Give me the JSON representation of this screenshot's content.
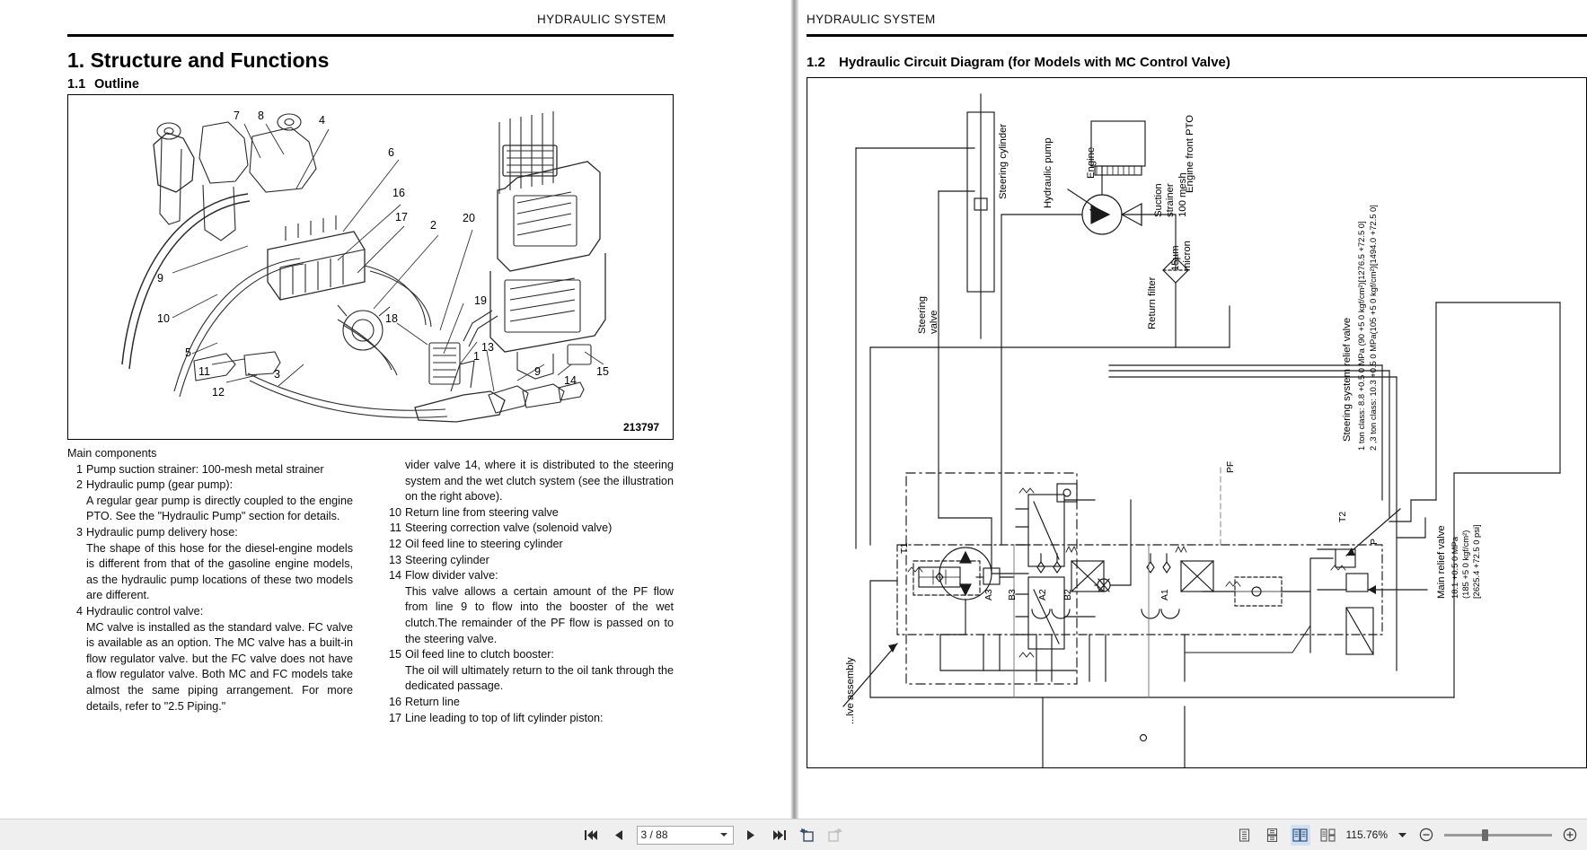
{
  "viewer": {
    "zoom_level": "115.76%",
    "page_indicator": "3 / 88",
    "toolbar": {
      "first_page_label": "first-page",
      "prev_page_label": "previous-page",
      "next_page_label": "next-page",
      "last_page_label": "last-page",
      "rotate_ccw_label": "rotate-counter-clockwise",
      "rotate_cw_label": "rotate-clockwise",
      "view_single_label": "single-page-view",
      "view_continuous_label": "continuous-scroll-view",
      "view_two_page_label": "two-page-view",
      "view_book_label": "book-view",
      "zoom_out_label": "zoom-out",
      "zoom_in_label": "zoom-in"
    }
  },
  "left_page": {
    "running_head": "HYDRAULIC SYSTEM",
    "section_title": "1.  Structure and Functions",
    "subsection": {
      "number": "1.1",
      "title": "Outline"
    },
    "figure": {
      "code": "213797",
      "callouts": [
        "7",
        "8",
        "4",
        "6",
        "16",
        "17",
        "2",
        "20",
        "9",
        "19",
        "10",
        "18",
        "5",
        "1",
        "13",
        "11",
        "12",
        "3",
        "9",
        "14",
        "15"
      ]
    },
    "body_heading": "Main components",
    "column_left": [
      {
        "no": "1",
        "text": "Pump suction strainer: 100-mesh metal strainer"
      },
      {
        "no": "2",
        "text": "Hydraulic pump (gear pump):",
        "sub": "A regular gear pump is directly coupled to the engine PTO. See the \"Hydraulic Pump\" section for details."
      },
      {
        "no": "3",
        "text": "Hydraulic pump delivery hose:",
        "sub": "The shape of this hose for the diesel-engine models is different from that of the gasoline engine models, as the hydraulic pump locations of these two models are different."
      },
      {
        "no": "4",
        "text": "Hydraulic control valve:",
        "sub": "MC valve is installed as the standard valve. FC valve is available as an option. The MC valve has a built-in flow regulator valve. but the FC valve does not have a flow regulator valve. Both MC and FC models take almost the same piping arrangement. For more details, refer to \"2.5 Piping.\""
      }
    ],
    "column_right_continuation": "vider valve 14, where it is distributed to the steering system and the wet clutch system (see the illustration on the right above).",
    "column_right": [
      {
        "no": "10",
        "text": "Return line from steering valve"
      },
      {
        "no": "11",
        "text": "Steering correction valve (solenoid valve)"
      },
      {
        "no": "12",
        "text": "Oil feed line to steering cylinder"
      },
      {
        "no": "13",
        "text": "Steering cylinder"
      },
      {
        "no": "14",
        "text": "Flow divider valve:",
        "sub": "This valve allows a certain amount of the PF flow from line 9 to flow into the booster of the wet clutch.The remainder of the PF flow is passed on to the steering valve."
      },
      {
        "no": "15",
        "text": "Oil feed line to clutch booster:",
        "sub": "The oil will ultimately return to the oil tank through the dedicated passage."
      },
      {
        "no": "16",
        "text": "Return line"
      },
      {
        "no": "17",
        "text": "Line leading to top of lift cylinder piston:"
      }
    ]
  },
  "right_page": {
    "running_head": "HYDRAULIC SYSTEM",
    "subsection": {
      "number": "1.2",
      "title": "Hydraulic Circuit Diagram (for Models with MC Control Valve)"
    },
    "diagram_labels": {
      "steering_cylinder": "Steering cylinder",
      "hydraulic_pump": "Hydraulic pump",
      "engine": "Engine",
      "engine_front_pto": "Engine front PTO",
      "suction_strainer": "Suction strainer",
      "mesh_100": "100 mesh",
      "return_filter": "Return filter",
      "micron_15": "15µm micron",
      "steering_valve": "Steering valve",
      "valve_assembly": "...lve assembly",
      "port_pf": "PF",
      "port_t1": "T1",
      "port_t2": "T2",
      "port_p": "P",
      "port_a1": "A1",
      "port_a2": "A2",
      "port_a3": "A3",
      "port_b2": "B2",
      "port_b3": "B3",
      "steering_relief_title": "Steering system relief valve",
      "steering_relief_line1": "1 ton class: 8.8 +0.5 0 MPa (90 +5 0 kgf/cm²)[1276.5 +72.5 0]",
      "steering_relief_line2": "2 ,3 ton class: 10.3 +0.5 0 MPa(105 +5 0 kgf/cm²)[1494.0 +72.5 0]",
      "main_relief_title": "Main relief valve",
      "main_relief_line1": "18.1 +0.5 0 MPa",
      "main_relief_line2": "(185 +5 0 kgf/cm²)",
      "main_relief_line3": "[2625.4 +72.5 0 psi]"
    }
  }
}
